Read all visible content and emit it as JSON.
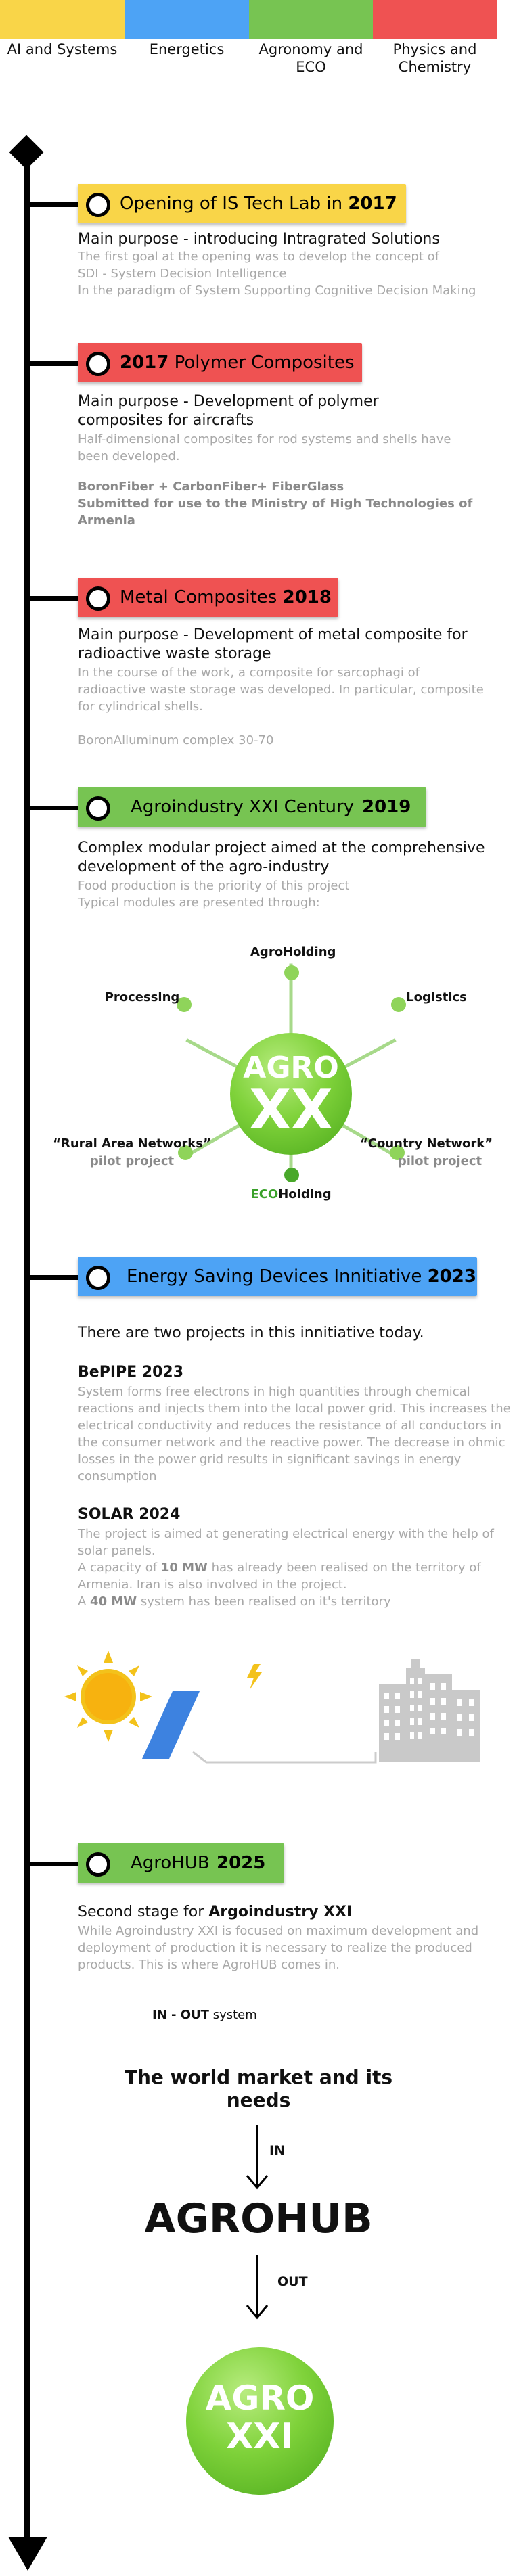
{
  "tabs": [
    {
      "label": "AI and Systems",
      "color": "#f9d548"
    },
    {
      "label": "Energetics",
      "color": "#4da3f5"
    },
    {
      "label": "Agronomy and ECO",
      "color": "#77c452"
    },
    {
      "label": "Physics and Chemistry",
      "color": "#ef5252"
    }
  ],
  "events": {
    "e1": {
      "pill_label": "Opening of IS Tech Lab in ",
      "year": "2017",
      "heading": "Main purpose - introducing Intragrated Solutions",
      "lines": [
        "The first goal at the opening was to develop the concept of",
        "SDI - System Decision Intelligence",
        "In the paradigm of System Supporting Cognitive Decision Making"
      ]
    },
    "e2": {
      "year": "2017",
      "pill_label": " Polymer Composites",
      "heading_lines": [
        "Main purpose - Development of polymer",
        "composites for aircrafts"
      ],
      "lines": [
        "Half-dimensional composites for rod systems and shells have",
        "been developed."
      ],
      "bold_lines": [
        "BoronFiber + CarbonFiber+ FiberGlass",
        "Submitted for use to the Ministry of High Technologies of",
        "Armenia"
      ]
    },
    "e3": {
      "pill_label": "Metal Composites ",
      "year": "2018",
      "heading_lines": [
        "Main purpose - Development of metal composite for",
        "radioactive waste storage"
      ],
      "lines": [
        "In the course of the work, a composite for sarcophagi of",
        "radioactive waste storage was developed. In particular, composite",
        "for cylindrical shells."
      ],
      "extra": "BoronAlluminum complex 30-70"
    },
    "e4": {
      "pill_label": "Agroindustry XXI Century",
      "year": "2019",
      "heading_lines": [
        "Complex modular project aimed at the comprehensive",
        "development of the agro-industry"
      ],
      "lines": [
        "Food production is the priority of this project",
        "Typical modules are presented through:"
      ]
    },
    "e5": {
      "pill_label": "Energy Saving Devices Innitiative ",
      "year": "2023",
      "intro": "There are two projects in this innitiative today.",
      "p1_title": "BePIPE 2023",
      "p1_lines": [
        "System forms free electrons in high quantities through chemical",
        "reactions and injects them into the local power grid. This increases the",
        "electrical conductivity and reduces the resistance of all conductors in",
        "the consumer network and the reactive power. The decrease in ohmic",
        "losses in the power grid results in significant savings in energy",
        "consumption"
      ],
      "p2_title": "SOLAR 2024",
      "p2_lines": [
        "The project is aimed at generating electrical energy with the help of",
        "solar panels."
      ],
      "p2_cap_a": "A capacity of ",
      "p2_cap_b": "10 MW",
      "p2_cap_c": " has already been realised on the territory of",
      "p2_cap2": "Armenia. Iran is also involved in the project.",
      "p2_cap3_a": "A ",
      "p2_cap3_b": "40 MW",
      "p2_cap3_c": " system has been realised on it's territory"
    },
    "e6": {
      "pill_label": "AgroHUB",
      "year": "2025",
      "heading_a": "Second stage for ",
      "heading_b": "Argoindustry XXI",
      "lines": [
        "While Agroindustry XXI is focused on maximum development and",
        "deployment of production it is necessary to realize the produced",
        "products. This is where AgroHUB comes in."
      ],
      "system_a": "IN - OUT",
      "system_b": " system"
    }
  },
  "diagram": {
    "center_top": "AGRO",
    "center_bottom": "XX",
    "labels": {
      "top": "AgroHolding",
      "left": "Processing",
      "right": "Logistics",
      "bl_main": "“Rural Area Networks”",
      "bl_sub": "pilot project",
      "br_main": "“Country Network”",
      "br_sub": "pilot project",
      "bottom_a": "ECO",
      "bottom_b": "Holding"
    },
    "colors": {
      "spoke": "#a7d98a",
      "node": "#8fd45a",
      "node_bottom": "#49a82a",
      "eco": "#3aa12a"
    }
  },
  "flow": {
    "world_line1": "The world market and its",
    "world_line2": "needs",
    "in": "IN",
    "hub": "AGROHUB",
    "out": "OUT",
    "agro_top": "AGRO",
    "agro_bottom": "XXI"
  }
}
